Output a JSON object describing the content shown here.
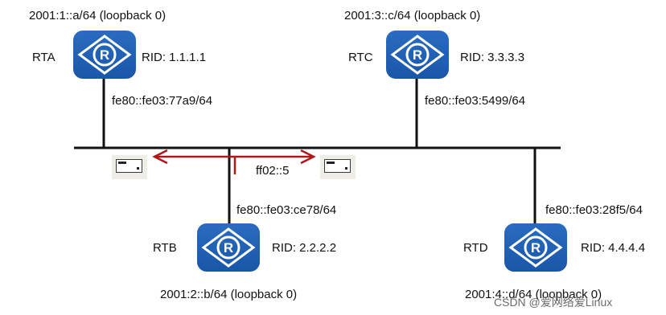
{
  "routers": {
    "rta": {
      "name": "RTA",
      "rid": "RID: 1.1.1.1",
      "loopback": "2001:1::a/64 (loopback 0)",
      "link_local": "fe80::fe03:77a9/64"
    },
    "rtb": {
      "name": "RTB",
      "rid": "RID: 2.2.2.2",
      "loopback": "2001:2::b/64 (loopback 0)",
      "link_local": "fe80::fe03:ce78/64"
    },
    "rtc": {
      "name": "RTC",
      "rid": "RID: 3.3.3.3",
      "loopback": "2001:3::c/64 (loopback 0)",
      "link_local": "fe80::fe03:5499/64"
    },
    "rtd": {
      "name": "RTD",
      "rid": "RID: 4.4.4.4",
      "loopback": "2001:4::d/64 (loopback 0)",
      "link_local": "fe80::fe03:28f5/64"
    }
  },
  "multicast": {
    "address": "ff02::5"
  },
  "router_icon_letter": "R",
  "watermark": "CSDN @爱网络爱Linux",
  "colors": {
    "router": "#1a5cae",
    "arrow": "#b01818",
    "line": "#111111"
  }
}
